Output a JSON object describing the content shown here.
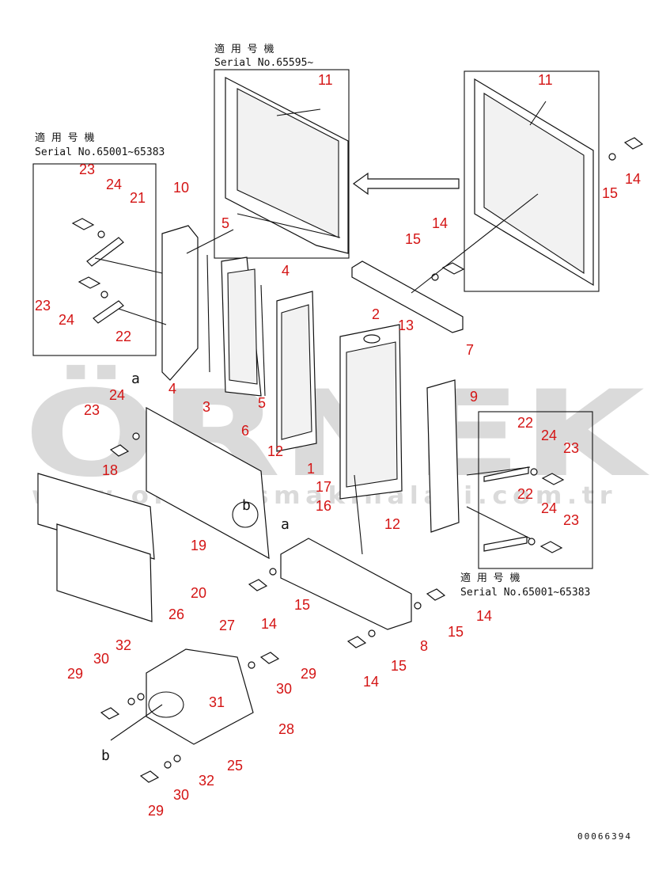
{
  "captions": {
    "applicable_model_label": "適 用 号 機",
    "serial_top": "Serial No.65595~",
    "serial_left": "Serial No.65001~65383",
    "serial_right": "Serial No.65001~65383",
    "drawing_code": "00066394"
  },
  "watermark": {
    "brand": "ÖRNEK",
    "website": "www.ornekismakinalari.com.tr"
  },
  "view_markers": {
    "a": "a",
    "b": "b"
  },
  "callouts": {
    "c11a": "11",
    "c11b": "11",
    "c23a": "23",
    "c24a": "24",
    "c21": "21",
    "c10": "10",
    "c5a": "5",
    "c4a": "4",
    "c14a": "14",
    "c15a": "15",
    "c15b": "15",
    "c14b": "14",
    "c23b": "23",
    "c24b": "24",
    "c22a": "22",
    "c2": "2",
    "c13": "13",
    "c7": "7",
    "c4b": "4",
    "c24c": "24",
    "c23c": "23",
    "c3": "3",
    "c5b": "5",
    "c9": "9",
    "c22b": "22",
    "c24d": "24",
    "c23d": "23",
    "c6": "6",
    "c12a": "12",
    "c1": "1",
    "c18": "18",
    "c17": "17",
    "c22c": "22",
    "c24e": "24",
    "c16": "16",
    "c23e": "23",
    "c12b": "12",
    "c19": "19",
    "c20": "20",
    "c26": "26",
    "c14c": "14",
    "c15c": "15",
    "c15d": "15",
    "c14d": "14",
    "c8": "8",
    "c27": "27",
    "c32a": "32",
    "c30a": "30",
    "c29a": "29",
    "c29b": "29",
    "c30b": "30",
    "c31": "31",
    "c15e": "15",
    "c14e": "14",
    "c28": "28",
    "c25": "25",
    "c32b": "32",
    "c30c": "30",
    "c29c": "29"
  }
}
